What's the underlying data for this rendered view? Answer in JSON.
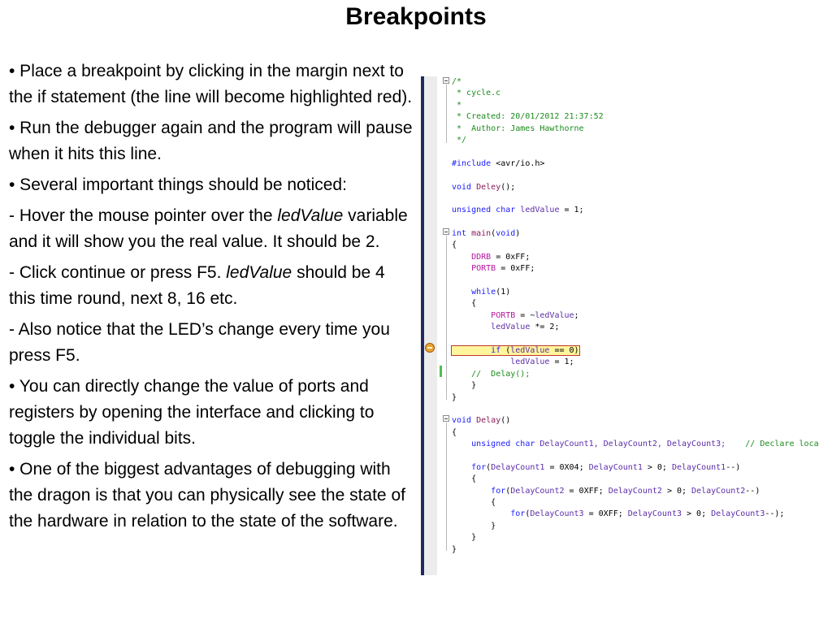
{
  "title": "Breakpoints",
  "bullets": {
    "b1": "• Place a breakpoint by clicking in the margin next to the if statement (the line will become highlighted red).",
    "b2": "• Run the debugger again and the program will pause when it hits this line.",
    "b3": "• Several important things should be noticed:",
    "b4_pre": "- Hover the mouse pointer over the ",
    "b4_em": "ledValue",
    "b4_post": " variable and it will show you the real value. It should be 2.",
    "b5_pre": "- Click continue or press F5. ",
    "b5_em": "ledValue",
    "b5_post": " should be 4 this time round, next 8, 16 etc.",
    "b6": "- Also notice that the LED’s change every time you press F5.",
    "b7": "• You can directly change the value of ports and registers by opening the interface and clicking to toggle the individual bits.",
    "b8": "• One of the biggest advantages of debugging with the dragon is that you can physically see the state of the hardware in relation to the state of the software."
  },
  "code": {
    "l1": "/*",
    "l2": " * cycle.c",
    "l3": " *",
    "l4": " * Created: 20/01/2012 21:37:52",
    "l5": " *  Author: James Hawthorne",
    "l6": " */",
    "inc_kw": "#include",
    "inc_file": " <avr/io.h>",
    "decl_kw": "void",
    "decl_fn": " Deley",
    "decl_rest": "();",
    "var_kw": "unsigned char",
    "var_id": " ledValue",
    "var_rest": " = 1;",
    "main_kw": "int",
    "main_fn": " main",
    "main_p1": "(",
    "main_void": "void",
    "main_p2": ")",
    "ob1": "{",
    "ddrb_id": "DDRB",
    "ddrb_rest": " = 0xFF;",
    "portb_id": "PORTB",
    "portb_rest": " = 0xFF;",
    "while_kw": "while",
    "while_rest": "(1)",
    "ob2": "{",
    "portb2_id": "PORTB",
    "portb2_rest": " = ~",
    "portb2_var": "ledValue",
    "portb2_end": ";",
    "lv_id": "ledValue",
    "lv_rest": " *= 2;",
    "if_kw": "if",
    "if_p1": " (",
    "if_var": "ledValue",
    "if_rest": " == 0)",
    "lv2_id": "ledValue",
    "lv2_rest": " = 1;",
    "cm_delay": "//  Delay();",
    "cb2": "}",
    "cb1": "}",
    "delay_kw": "void",
    "delay_fn": " Delay",
    "delay_rest": "()",
    "ob3": "{",
    "dc_kw": "unsigned char",
    "dc_vars": " DelayCount1, DelayCount2, DelayCount3;",
    "dc_cm": "// Declare loca",
    "for1_kw": "for",
    "for1_a": "(",
    "for1_v1": "DelayCount1",
    "for1_b": " = 0X04; ",
    "for1_v2": "DelayCount1",
    "for1_c": " > 0; ",
    "for1_v3": "DelayCount1",
    "for1_d": "--)",
    "ob4": "{",
    "for2_kw": "for",
    "for2_a": "(",
    "for2_v1": "DelayCount2",
    "for2_b": " = 0XFF; ",
    "for2_v2": "DelayCount2",
    "for2_c": " > 0; ",
    "for2_v3": "DelayCount2",
    "for2_d": "--)",
    "ob5": "{",
    "for3_kw": "for",
    "for3_a": "(",
    "for3_v1": "DelayCount3",
    "for3_b": " = 0XFF; ",
    "for3_v2": "DelayCount3",
    "for3_c": " > 0; ",
    "for3_v3": "DelayCount3",
    "for3_d": "--);",
    "cb5": "}",
    "cb4": "}",
    "cb3": "}"
  },
  "colors": {
    "keyword": "#1a1aff",
    "comment": "#1c8a1c",
    "macro": "#b5179e",
    "identifier": "#5c2da8",
    "highlight": "#fff59c",
    "breakpoint": "#e8a33a"
  }
}
